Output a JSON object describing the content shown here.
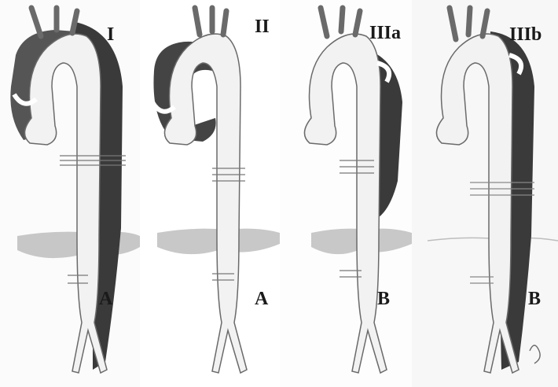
{
  "panels": [
    {
      "type_label": "I",
      "stanford_label": "A"
    },
    {
      "type_label": "II",
      "stanford_label": "A"
    },
    {
      "type_label": "IIIa",
      "stanford_label": "B"
    },
    {
      "type_label": "IIIb",
      "stanford_label": "B"
    }
  ],
  "colors": {
    "background": "#ffffff",
    "vessel_fill": "#f2f2f2",
    "vessel_outline": "#6a6a6a",
    "dissection_dark": "#3a3a3a",
    "diaphragm": "#b5b5b5",
    "label_text": "#1a1a1a"
  },
  "icons": {
    "flow_arrow": "curved-arrow-icon",
    "ligature": "ligature-icon"
  }
}
